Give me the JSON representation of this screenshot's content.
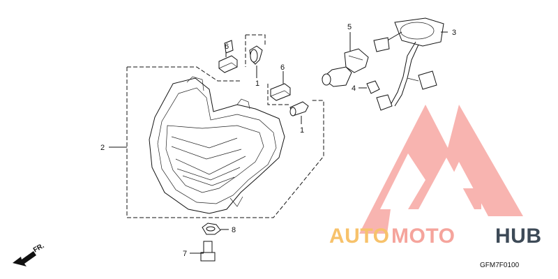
{
  "callouts": [
    "1",
    "1",
    "2",
    "3",
    "4",
    "5",
    "6",
    "6",
    "7",
    "8"
  ],
  "direction_label": "FR.",
  "drawing_ref": "GFM7F0100",
  "watermark": {
    "word_auto": "AUTO",
    "word_moto": "MOTO",
    "word_hub": "HUB",
    "colors": {
      "auto": "#f7c26b",
      "moto": "#f5a49c",
      "hub": "#3d4a57",
      "logo": "#f48a84"
    }
  }
}
